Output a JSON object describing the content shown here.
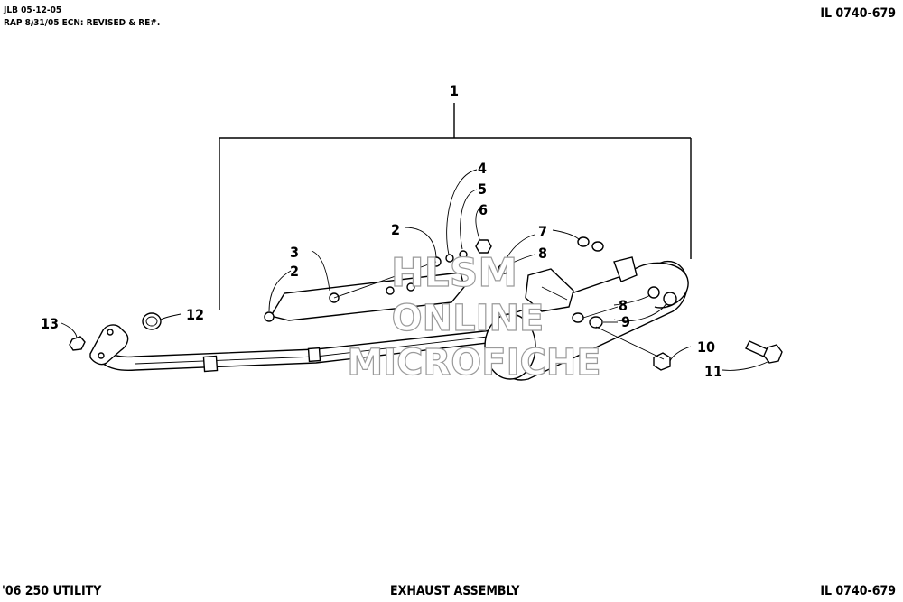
{
  "header": {
    "date_line": "JLB 05-12-05",
    "revision_line": "RAP 8/31/05 ECN: REVISED & RE#.",
    "code": "IL 0740-679"
  },
  "footer": {
    "model": "'06 250 UTILITY",
    "title": "EXHAUST ASSEMBLY",
    "code": "IL 0740-679"
  },
  "watermark": {
    "line1": "HLSM",
    "line2": "ONLINE",
    "line3": "MICROFICHE"
  },
  "callouts": {
    "c1": "1",
    "c2a": "2",
    "c3": "3",
    "c2b": "2",
    "c4": "4",
    "c5": "5",
    "c6": "6",
    "c7": "7",
    "c8a": "8",
    "c8b": "8",
    "c9": "9",
    "c10": "10",
    "c11": "11",
    "c12": "12",
    "c13": "13"
  }
}
